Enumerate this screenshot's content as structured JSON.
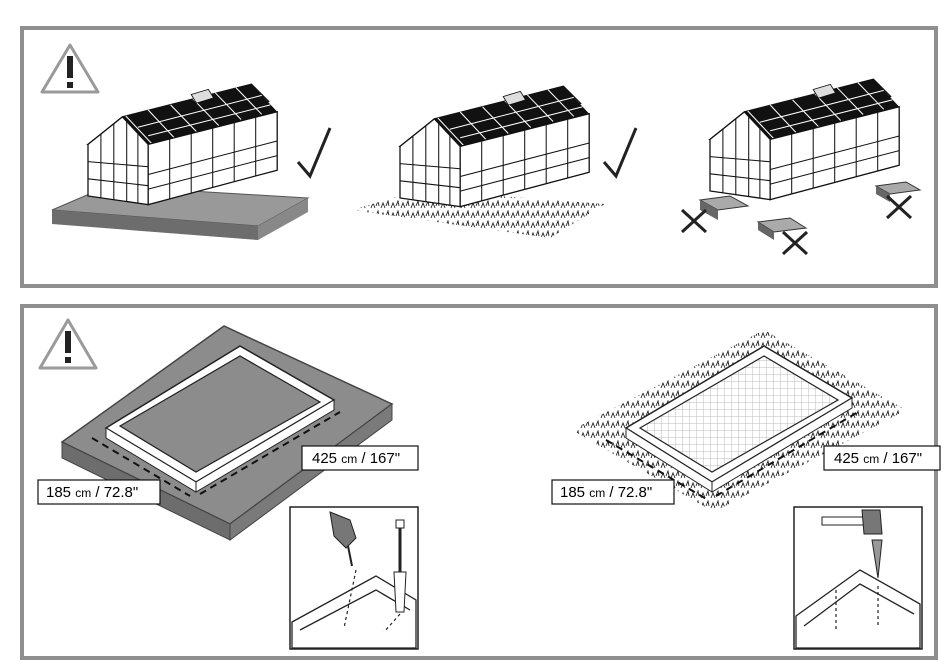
{
  "panels": [
    {
      "warning_icon": "warning-triangle-icon",
      "scenes": [
        {
          "base": "solid-foundation",
          "status_icon": "check-mark-icon"
        },
        {
          "base": "ground-soil",
          "status_icon": "check-mark-icon"
        },
        {
          "base": "raised-blocks",
          "status_icon": "x-mark-icon"
        }
      ]
    },
    {
      "warning_icon": "warning-triangle-icon",
      "left": {
        "length_label": {
          "value": "425",
          "unit": "cm",
          "imperial": "/ 167\""
        },
        "width_label": {
          "value": "185",
          "unit": "cm",
          "imperial": "/ 72.8\""
        },
        "detail_tools": [
          "drill-icon",
          "bolt-icon"
        ]
      },
      "right": {
        "length_label": {
          "value": "425",
          "unit": "cm",
          "imperial": "/ 167\""
        },
        "width_label": {
          "value": "185",
          "unit": "cm",
          "imperial": "/ 72.8\""
        },
        "detail_tools": [
          "hammer-icon",
          "stake-icon"
        ]
      }
    }
  ],
  "colors": {
    "frame": "#8f8f8f",
    "warning": "#9a9a9a",
    "slab_dark": "#6d6d6d",
    "slab_mid": "#999999",
    "floor": "#8c8c8c"
  }
}
